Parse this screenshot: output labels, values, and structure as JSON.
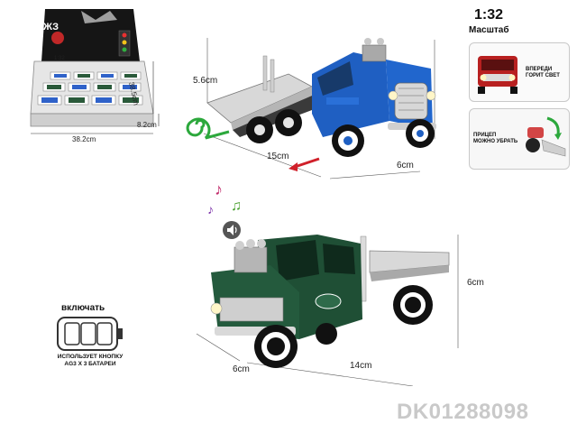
{
  "scale": {
    "ratio": "1:32",
    "label": "Масштаб"
  },
  "display_box": {
    "brand": "ЖЗ",
    "side_label": "1:32",
    "width": "38.2cm",
    "depth": "38.5cm",
    "height": "8.2cm"
  },
  "blue_truck": {
    "height": "5.6cm",
    "length": "15cm",
    "width": "6cm",
    "color": "#1f5fc2"
  },
  "green_truck": {
    "height": "6cm",
    "length": "14cm",
    "width": "6cm",
    "color": "#1f4f35"
  },
  "callouts": [
    {
      "text_line1": "ВПЕРЕДИ",
      "text_line2": "ГОРИТ СВЕТ"
    },
    {
      "text_line1": "ПРИЦЕП",
      "text_line2": "МОЖНО УБРАТЬ"
    }
  ],
  "battery": {
    "title": "включать",
    "line1": "ИСПОЛЬЗУЕТ КНОПКУ",
    "line2": "AG3 X 3 БАТАРЕИ"
  },
  "product_code": "DK01288098",
  "colors": {
    "accent_red": "#d0202a",
    "accent_green": "#2ca83c"
  },
  "icons": [
    "music-note-icon",
    "speaker-icon",
    "pull-back-arrow-icon",
    "spiral-icon"
  ]
}
